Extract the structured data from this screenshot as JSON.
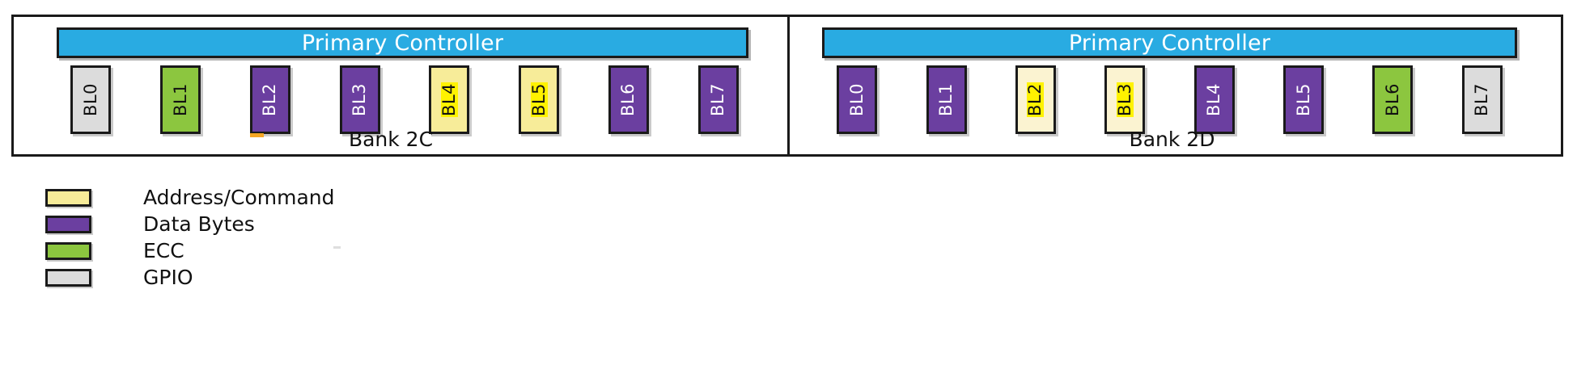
{
  "colors": {
    "address_command": "#F7EC99",
    "address_command_alt": "#FBF3D1",
    "data_bytes": "#6B3FA0",
    "ecc": "#8CC63F",
    "gpio": "#DCDCDC",
    "controller": "#29ABE2",
    "outline": "#1A1A1A",
    "highlight": "#FFF200",
    "mark": "#F5A623"
  },
  "panels": [
    {
      "id": "bank-2c",
      "controller_label": "Primary Controller",
      "bank_label": "Bank 2C",
      "blocks": [
        {
          "label": "BL0",
          "type": "GPIO",
          "fill": "#DCDCDC",
          "text": "#111111",
          "highlight": false,
          "mark": false
        },
        {
          "label": "BL1",
          "type": "ECC",
          "fill": "#8CC63F",
          "text": "#111111",
          "highlight": false,
          "mark": false
        },
        {
          "label": "BL2",
          "type": "Data Bytes",
          "fill": "#6B3FA0",
          "text": "#FFFFFF",
          "highlight": false,
          "mark": true
        },
        {
          "label": "BL3",
          "type": "Data Bytes",
          "fill": "#6B3FA0",
          "text": "#FFFFFF",
          "highlight": false,
          "mark": false
        },
        {
          "label": "BL4",
          "type": "Address/Command",
          "fill": "#F7EC99",
          "text": "#111111",
          "highlight": true,
          "mark": false
        },
        {
          "label": "BL5",
          "type": "Address/Command",
          "fill": "#F7EC99",
          "text": "#111111",
          "highlight": true,
          "mark": false
        },
        {
          "label": "BL6",
          "type": "Data Bytes",
          "fill": "#6B3FA0",
          "text": "#FFFFFF",
          "highlight": false,
          "mark": false
        },
        {
          "label": "BL7",
          "type": "Data Bytes",
          "fill": "#6B3FA0",
          "text": "#FFFFFF",
          "highlight": false,
          "mark": false
        }
      ]
    },
    {
      "id": "bank-2d",
      "controller_label": "Primary Controller",
      "bank_label": "Bank 2D",
      "blocks": [
        {
          "label": "BL0",
          "type": "Data Bytes",
          "fill": "#6B3FA0",
          "text": "#FFFFFF",
          "highlight": false,
          "mark": false
        },
        {
          "label": "BL1",
          "type": "Data Bytes",
          "fill": "#6B3FA0",
          "text": "#FFFFFF",
          "highlight": false,
          "mark": false
        },
        {
          "label": "BL2",
          "type": "Address/Command",
          "fill": "#FBF3D1",
          "text": "#111111",
          "highlight": true,
          "mark": false
        },
        {
          "label": "BL3",
          "type": "Address/Command",
          "fill": "#FBF3D1",
          "text": "#111111",
          "highlight": true,
          "mark": false
        },
        {
          "label": "BL4",
          "type": "Data Bytes",
          "fill": "#6B3FA0",
          "text": "#FFFFFF",
          "highlight": false,
          "mark": false
        },
        {
          "label": "BL5",
          "type": "Data Bytes",
          "fill": "#6B3FA0",
          "text": "#FFFFFF",
          "highlight": false,
          "mark": false
        },
        {
          "label": "BL6",
          "type": "ECC",
          "fill": "#8CC63F",
          "text": "#111111",
          "highlight": false,
          "mark": false
        },
        {
          "label": "BL7",
          "type": "GPIO",
          "fill": "#DCDCDC",
          "text": "#111111",
          "highlight": false,
          "mark": false
        }
      ]
    }
  ],
  "legend": [
    {
      "label": "Address/Command",
      "swatch": "#F7EC99"
    },
    {
      "label": "Data Bytes",
      "swatch": "#6B3FA0"
    },
    {
      "label": "ECC",
      "swatch": "#8CC63F"
    },
    {
      "label": "GPIO",
      "swatch": "#DCDCDC"
    }
  ]
}
